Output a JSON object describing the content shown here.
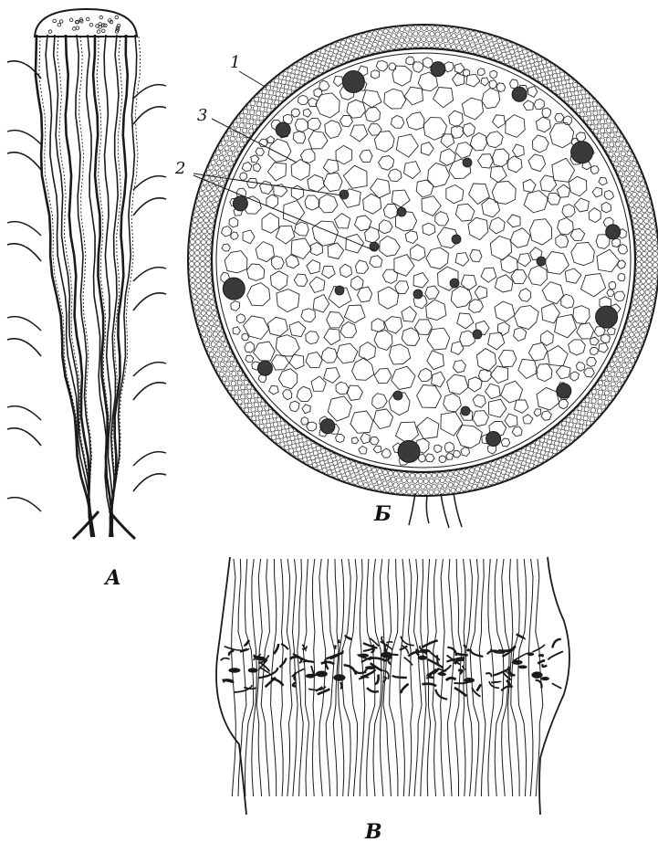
{
  "figure": {
    "panels": {
      "a": {
        "letter": "А"
      },
      "b": {
        "letter": "Б"
      },
      "c": {
        "letter": "В"
      }
    },
    "callouts": [
      {
        "number": "1"
      },
      {
        "number": "2"
      },
      {
        "number": "3"
      }
    ],
    "colors": {
      "ink": "#1a1a1a",
      "background": "#ffffff",
      "cell_wall": "#2a2a2a",
      "bundle_fill": "#3a3a3a"
    }
  }
}
